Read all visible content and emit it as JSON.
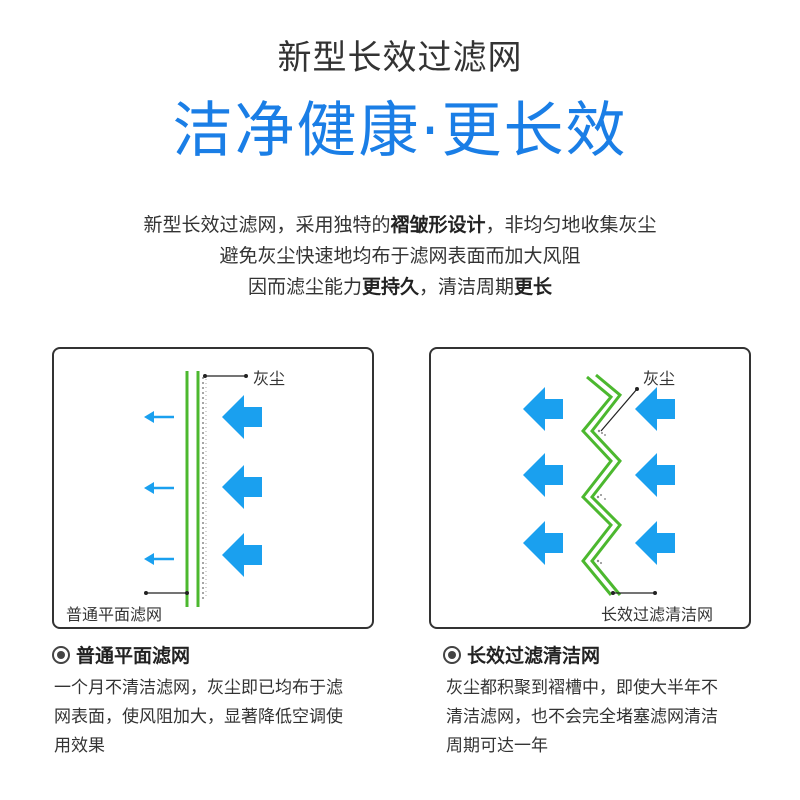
{
  "header": {
    "title": "新型长效过滤网",
    "subtitle": "洁净健康·更长效"
  },
  "description": {
    "line1_a": "新型长效过滤网，采用独特的",
    "line1_b": "褶皱形设计",
    "line1_c": "，非均匀地收集灰尘",
    "line2": "避免灰尘快速地均布于滤网表面而加大风阻",
    "line3_a": "因而滤尘能力",
    "line3_b": "更持久",
    "line3_c": "，清洁周期",
    "line3_d": "更长"
  },
  "left_panel": {
    "dust_label": "灰尘",
    "filter_label": "普通平面滤网"
  },
  "right_panel": {
    "dust_label": "灰尘",
    "filter_label": "长效过滤清洁网"
  },
  "left_caption": {
    "title": "普通平面滤网",
    "line1": "一个月不清洁滤网，灰尘即已均布于滤",
    "line2": "网表面，使风阻加大，显著降低空调使",
    "line3": "用效果"
  },
  "right_caption": {
    "title": "长效过滤清洁网",
    "line1": "灰尘都积聚到褶槽中，即使大半年不",
    "line2": "清洁滤网，也不会完全堵塞滤网清洁",
    "line3": "周期可达一年"
  },
  "colors": {
    "accent_blue": "#1a7ee6",
    "arrow_blue": "#1aa0ef",
    "filter_green": "#4cb82f"
  }
}
